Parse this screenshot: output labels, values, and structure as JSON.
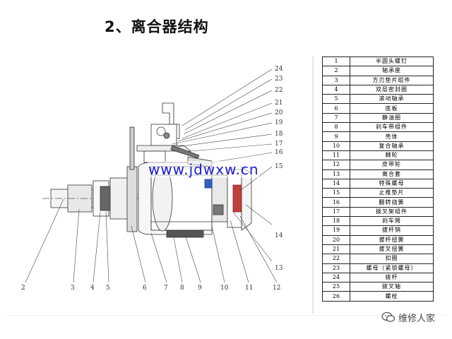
{
  "title": "2、离合器结构",
  "watermark": "www.jdwxw.cn",
  "badge": {
    "icon": "wechat-icon",
    "text": "维修人家"
  },
  "callouts": {
    "top": [
      "24",
      "23",
      "22",
      "21",
      "20",
      "19",
      "18",
      "17",
      "16",
      "15",
      "14",
      "13"
    ],
    "bottom": [
      "2",
      "3",
      "4",
      "5",
      "6",
      "7",
      "8",
      "9",
      "10",
      "11",
      "12"
    ]
  },
  "parts": [
    {
      "num": "1",
      "name": "半圆头螺钉"
    },
    {
      "num": "2",
      "name": "轴承座"
    },
    {
      "num": "3",
      "name": "方刃垫片组件"
    },
    {
      "num": "4",
      "name": "双层密封圈"
    },
    {
      "num": "5",
      "name": "滚动轴承"
    },
    {
      "num": "6",
      "name": "底板"
    },
    {
      "num": "7",
      "name": "静油圈"
    },
    {
      "num": "8",
      "name": "刹车带组件"
    },
    {
      "num": "9",
      "name": "壳体"
    },
    {
      "num": "10",
      "name": "复合轴承"
    },
    {
      "num": "11",
      "name": "棘轮"
    },
    {
      "num": "12",
      "name": "皮带轮"
    },
    {
      "num": "13",
      "name": "离合套"
    },
    {
      "num": "14",
      "name": "特殊螺母"
    },
    {
      "num": "15",
      "name": "止推垫片"
    },
    {
      "num": "16",
      "name": "翻转挠簧"
    },
    {
      "num": "17",
      "name": "拨叉架组件"
    },
    {
      "num": "18",
      "name": "刹车臂"
    },
    {
      "num": "19",
      "name": "拔杆销"
    },
    {
      "num": "20",
      "name": "拔杆扭簧"
    },
    {
      "num": "21",
      "name": "拔叉扭簧"
    },
    {
      "num": "22",
      "name": "扣圈"
    },
    {
      "num": "23",
      "name": "螺母（紧锁螺母）"
    },
    {
      "num": "24",
      "name": "拨杆"
    },
    {
      "num": "25",
      "name": "拨叉轴"
    },
    {
      "num": "26",
      "name": "螺栓"
    }
  ]
}
